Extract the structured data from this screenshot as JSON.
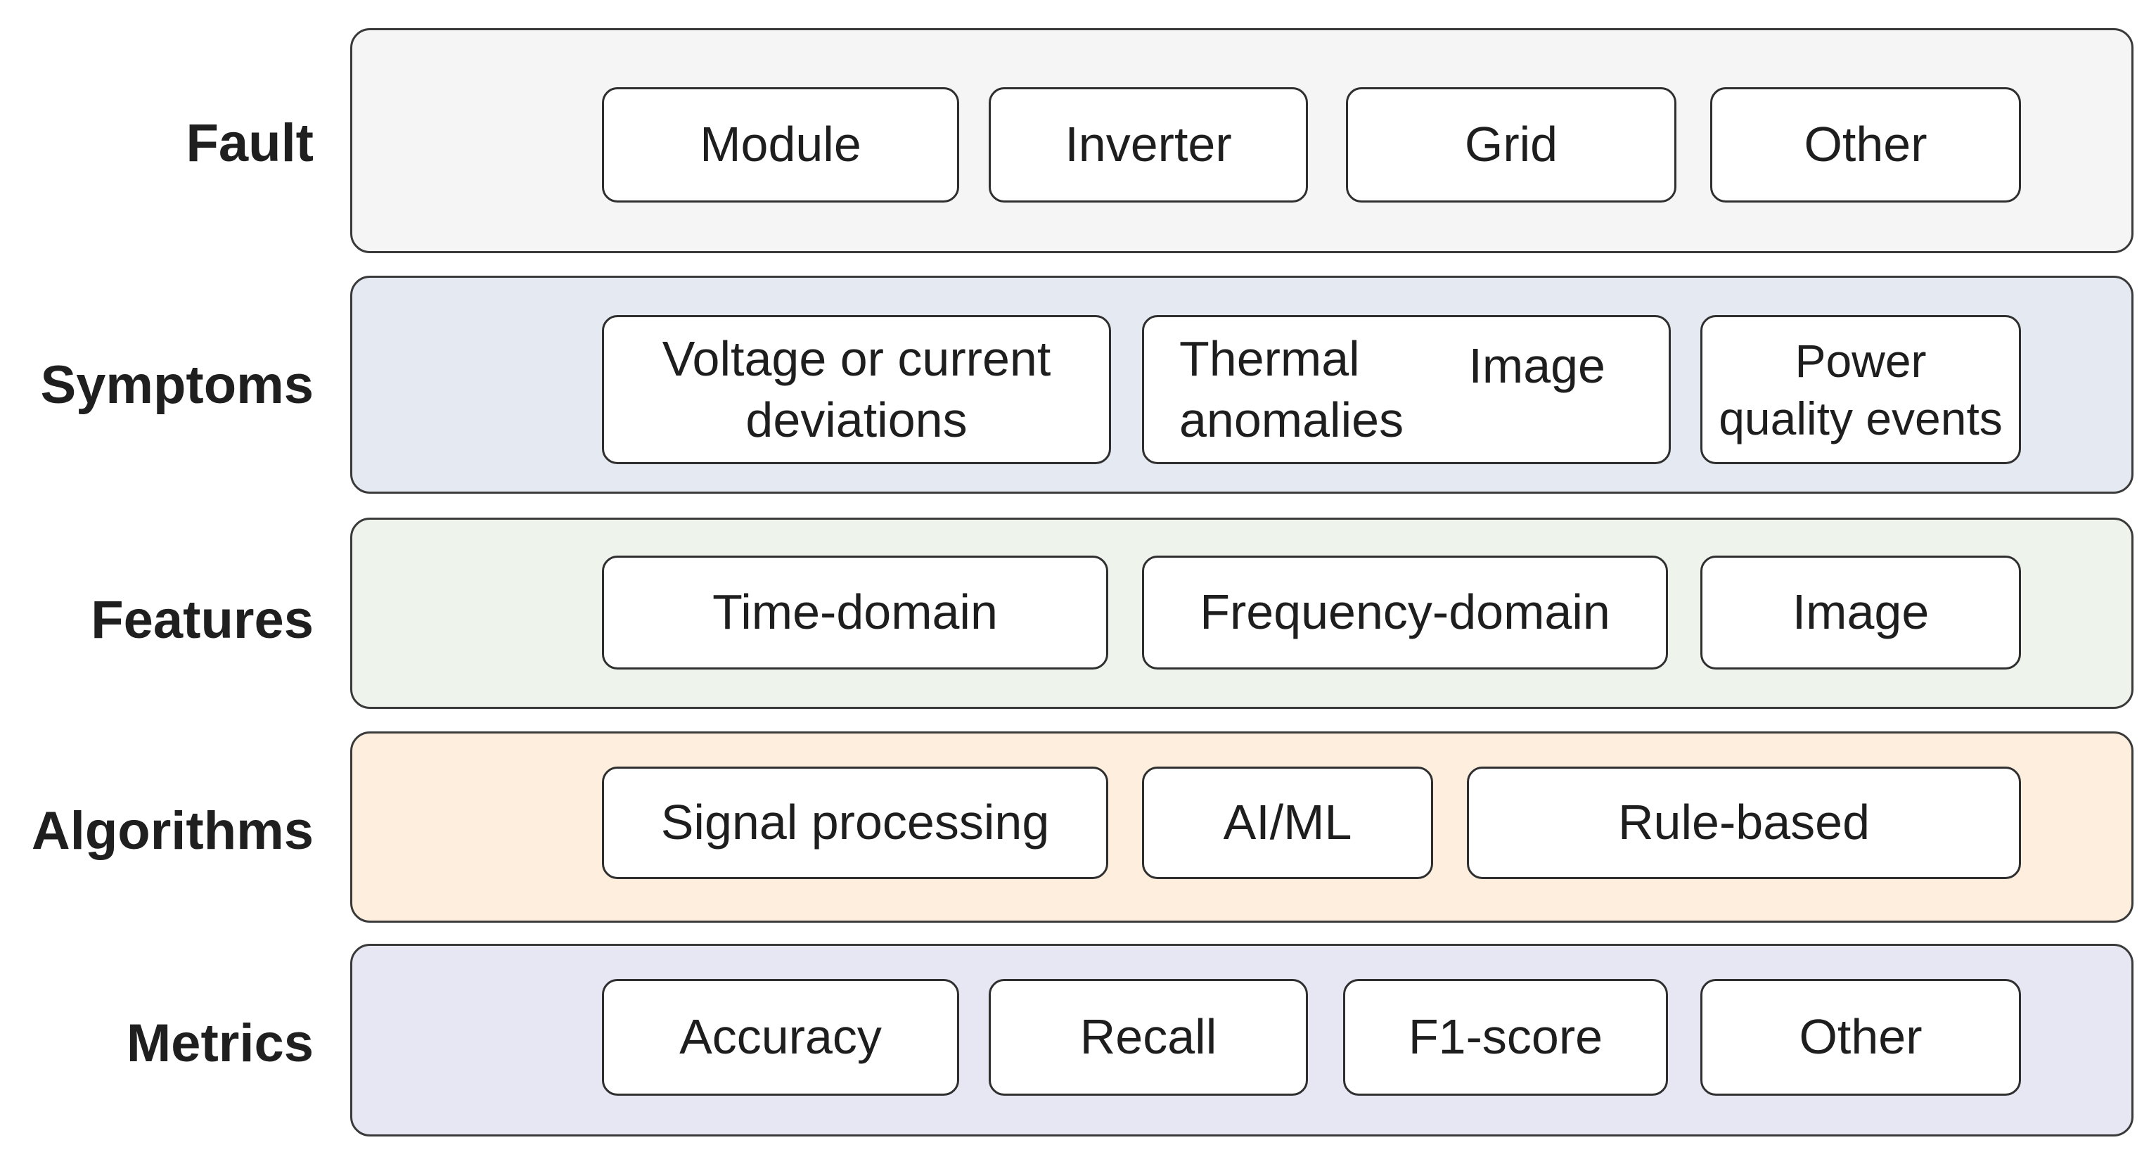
{
  "colors": {
    "fault_band": "#f5f5f5",
    "symptoms_band": "#e5e9f1",
    "features_band": "#eef3ec",
    "algorithms_band": "#fdeedd",
    "metrics_band": "#e7e7f4",
    "border": "#3a3a3a"
  },
  "rows": {
    "fault": {
      "label": "Fault",
      "items": [
        "Module",
        "Inverter",
        "Grid",
        "Other"
      ]
    },
    "symptoms": {
      "label": "Symptoms",
      "items": [
        "Voltage or current\ndeviations",
        "Thermal\nanomalies",
        "Image",
        "Power\nquality events"
      ]
    },
    "features": {
      "label": "Features",
      "items": [
        "Time-domain",
        "Frequency-domain",
        "Image"
      ]
    },
    "algorithms": {
      "label": "Algorithms",
      "items": [
        "Signal processing",
        "AI/ML",
        "Rule-based"
      ]
    },
    "metrics": {
      "label": "Metrics",
      "items": [
        "Accuracy",
        "Recall",
        "F1-score",
        "Other"
      ]
    }
  }
}
